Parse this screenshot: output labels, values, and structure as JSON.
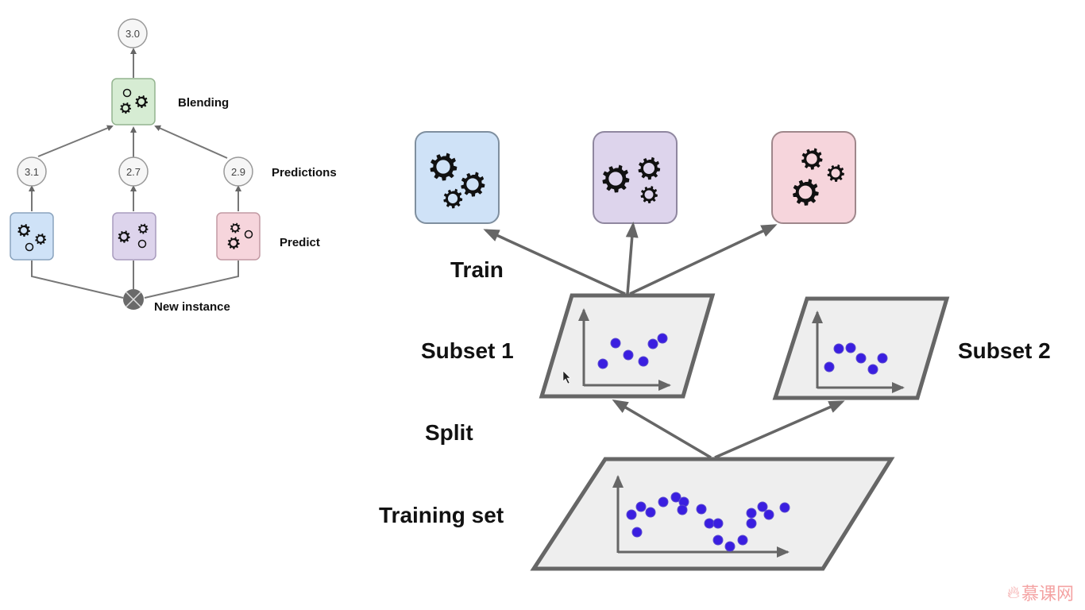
{
  "left_diagram": {
    "labels": {
      "blending": "Blending",
      "predictions": "Predictions",
      "predict": "Predict",
      "new_instance": "New instance"
    },
    "final_prediction": "3.0",
    "predictors": [
      {
        "prediction": "3.1",
        "color": "#cfe2f7",
        "border": "#8aa3bd"
      },
      {
        "prediction": "2.7",
        "color": "#ddd4ec",
        "border": "#a89bbd"
      },
      {
        "prediction": "2.9",
        "color": "#f6d5dc",
        "border": "#c29aa3"
      }
    ],
    "blender": {
      "color": "#d6ecd3",
      "border": "#93b38f"
    }
  },
  "right_diagram": {
    "labels": {
      "train": "Train",
      "subset1": "Subset 1",
      "subset2": "Subset 2",
      "split": "Split",
      "training_set": "Training set"
    },
    "models": [
      {
        "color": "#cfe2f7",
        "border": "#7f8f9f"
      },
      {
        "color": "#ddd4ec",
        "border": "#8f879f"
      },
      {
        "color": "#f6d5dc",
        "border": "#9f878b"
      }
    ],
    "point_color": "#3a1ee0"
  },
  "watermark": {
    "icon": "flame-icon",
    "text": "慕课网"
  }
}
